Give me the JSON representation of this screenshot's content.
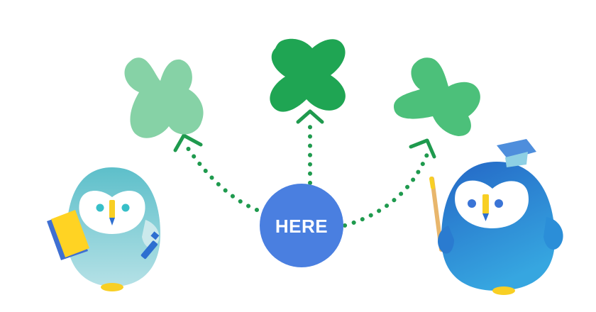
{
  "center_button": {
    "label": "HERE",
    "color": "#4A7FE0",
    "text_color": "#FFFFFF"
  },
  "colors": {
    "path_dots": "#1F9A4E",
    "arrow_head": "#1F9A4E",
    "blob_left": "#86D2A6",
    "blob_center": "#1FA553",
    "blob_right": "#4CC07A",
    "owl_student_body": "#7FC9D2",
    "owl_teacher_body": "#2B86D6",
    "owl_feet": "#F8CF24"
  },
  "icons": {
    "blob_left": "green-blob-icon",
    "blob_center": "green-x-icon",
    "blob_right": "green-star-icon",
    "owl_left": "student-owl-mascot",
    "owl_right": "teacher-owl-mascot"
  }
}
